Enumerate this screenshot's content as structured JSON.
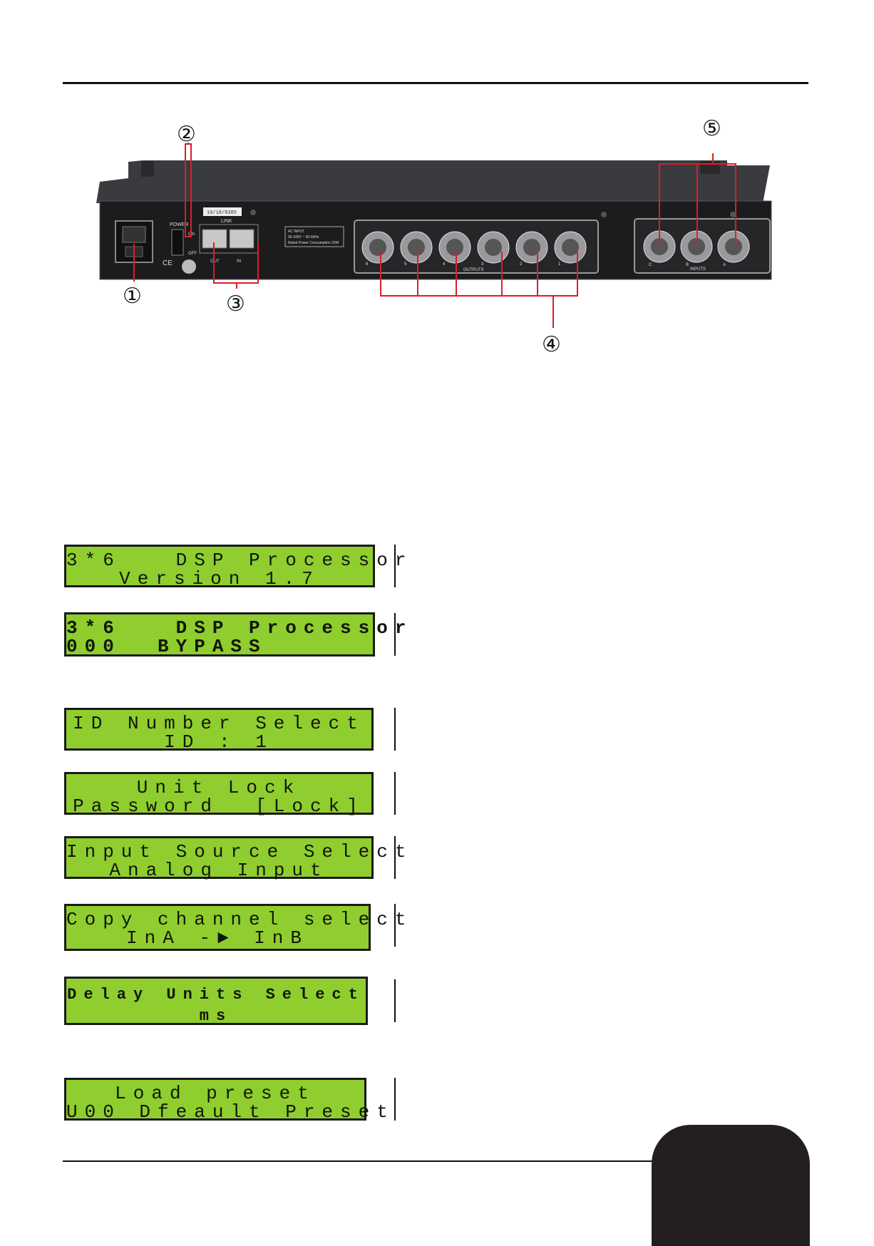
{
  "callouts": [
    "①",
    "②",
    "③",
    "④",
    "⑤"
  ],
  "rear_panel": {
    "power_label": "POWER",
    "on_label": "ON",
    "off_label": "OFF",
    "link_label": "LINK",
    "serial": "10/18/0385",
    "out_label": "OUT",
    "in_label": "IN",
    "ce_mark": "CE",
    "ac_info": [
      "AC INPUT",
      "95-240V ~ 50-60Hz",
      "Rated Power Consumption 20W"
    ],
    "outputs_label": "OUTPUTS",
    "inputs_label": "INPUTS",
    "output_numbers": [
      "6",
      "5",
      "4",
      "3",
      "2",
      "1"
    ],
    "input_letters": [
      "C",
      "B",
      "A"
    ]
  },
  "lcd_screens": [
    {
      "line1": "3*6   DSP Processor",
      "line2": "Version 1.7"
    },
    {
      "line1": "3*6   DSP Processor",
      "line2": "000  BYPASS        "
    },
    {
      "line1": "ID Number Select",
      "line2": "ID : 1"
    },
    {
      "line1": "Unit Lock",
      "line2": "Password  [Lock]"
    },
    {
      "line1": "Input Source Select",
      "line2": "Analog Input"
    },
    {
      "line1": "Copy channel select",
      "line2": "InA -► InB"
    },
    {
      "line1": "Delay Units Select",
      "line2": "ms"
    },
    {
      "line1": "Load preset",
      "line2": "U00 Dfeault Preset"
    }
  ],
  "colors": {
    "lcd_green": "#8fce2e",
    "callout_red": "#d91f26",
    "chassis": "#1c1c1e",
    "page_tab": "#231f20"
  }
}
